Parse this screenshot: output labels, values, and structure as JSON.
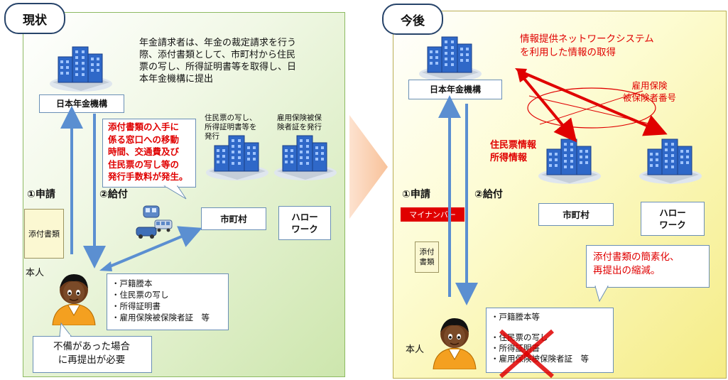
{
  "left": {
    "badge": "現状",
    "intro_lines": [
      "年金請求者は、年金の裁定請求を行う",
      "際、添付書類として、市町村から住民",
      "票の写し、所得証明書等を取得し、日",
      "本年金機構に提出"
    ],
    "pension_org": "日本年金機構",
    "cost_note_lines": [
      "添付書類の入手に",
      "係る窓口への移動",
      "時間、交通費及び",
      "住民票の写し等の",
      "発行手数料が発生。"
    ],
    "municipality_note_lines": [
      "住民票の写し、",
      "所得証明書等を",
      "発行"
    ],
    "hellowork_note_lines": [
      "雇用保険被保",
      "険者証を発行"
    ],
    "apply_label": "①申請",
    "pay_label": "②給付",
    "attachment_doc": "添付書類",
    "municipality": "市町村",
    "hellowork_lines": [
      "ハロー",
      "ワーク"
    ],
    "person_label": "本人",
    "docs_list": [
      "・戸籍謄本",
      "・住民票の写し",
      "・所得証明書",
      "・雇用保険被保険者証　等"
    ],
    "resubmit_lines": [
      "不備があった場合",
      "に再提出が必要"
    ]
  },
  "right": {
    "badge": "今後",
    "network_lines": [
      "情報提供ネットワークシステム",
      "を利用した情報の取得"
    ],
    "pension_org": "日本年金機構",
    "insurance_lines": [
      "雇用保険",
      "被保険者番号"
    ],
    "resident_info_lines": [
      "住民票情報",
      "所得情報"
    ],
    "apply_label": "①申請",
    "pay_label": "②給付",
    "mynumber": "マイナンバー",
    "attachment_doc_lines": [
      "添付",
      "書類"
    ],
    "municipality": "市町村",
    "hellowork_lines": [
      "ハロー",
      "ワーク"
    ],
    "simplify_lines": [
      "添付書類の簡素化、",
      "再提出の縮減。"
    ],
    "person_label": "本人",
    "docs_list": [
      "・戸籍謄本等",
      "・住民票の写し",
      "・所得証明書",
      "・雇用保険被保険者証　等"
    ]
  },
  "colors": {
    "arrow_blue": "#5b8fd1",
    "red": "#e00000",
    "building_blue": "#2f68c8"
  }
}
